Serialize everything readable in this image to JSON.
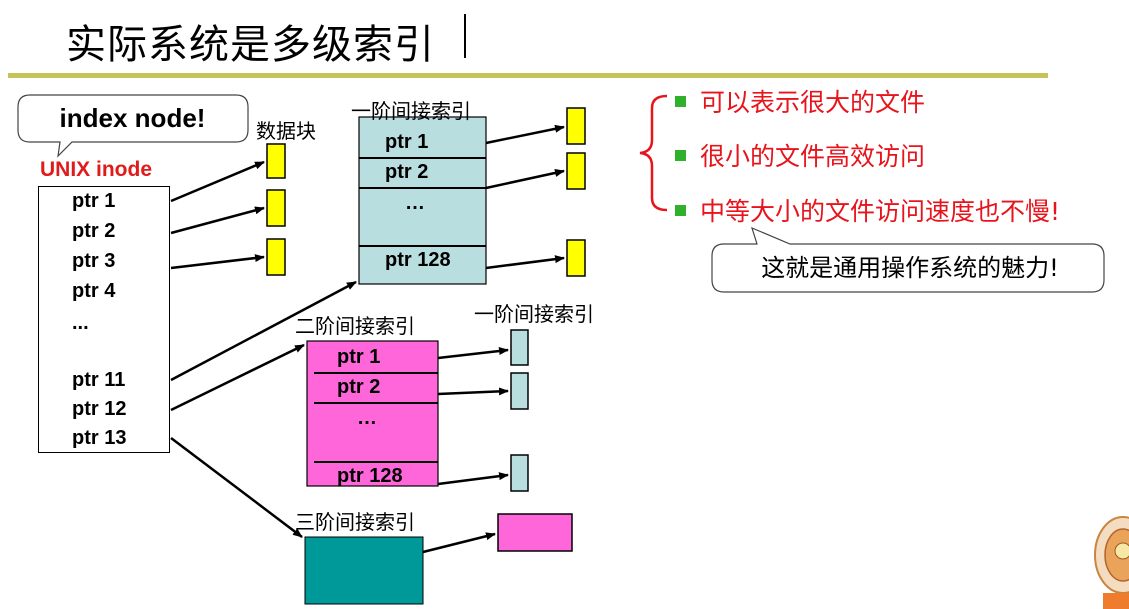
{
  "title": "实际系统是多级索引",
  "callout": "index node!",
  "inode_label": "UNIX inode",
  "data_block_label": "数据块",
  "inode_ptrs": [
    "ptr 1",
    "ptr 2",
    "ptr 3",
    "ptr 4",
    "...",
    "ptr 11",
    "ptr 12",
    "ptr 13"
  ],
  "level1_label": "一阶间接索引",
  "level1_ptrs": [
    "ptr 1",
    "ptr 2",
    "…",
    "ptr 128"
  ],
  "level2_label": "二阶间接索引",
  "level2_sub_label": "一阶间接索引",
  "level2_ptrs": [
    "ptr 1",
    "ptr 2",
    "…",
    "ptr 128"
  ],
  "level3_label": "三阶间接索引",
  "bullets": [
    "可以表示很大的文件",
    "很小的文件高效访问",
    "中等大小的文件访问速度也不慢!"
  ],
  "note": "这就是通用操作系统的魅力!",
  "colors": {
    "title_rule": "#c6c35a",
    "level1_fill": "#b9dee0",
    "level2_fill": "#ff66d9",
    "level3_fill": "#009999",
    "data_block_fill": "#ffff00",
    "small_block_fill": "#b9dee0",
    "pink_block_fill": "#ff66d9",
    "bullet_text": "#e8141c",
    "bullet_square": "#2fb12b",
    "unix_label": "#e01b1b"
  }
}
